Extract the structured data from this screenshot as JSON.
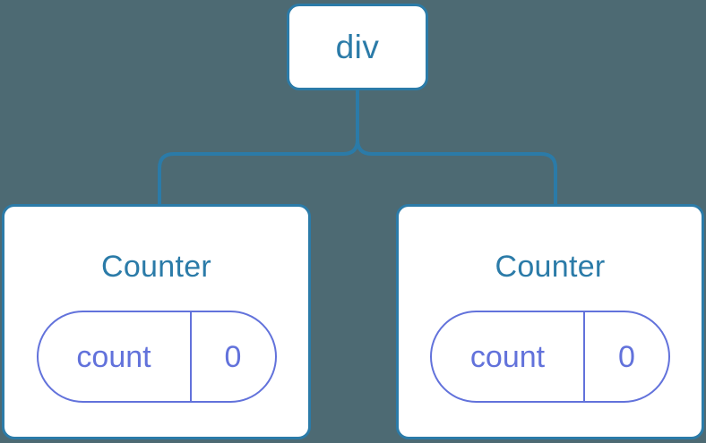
{
  "diagram": {
    "type": "component-tree",
    "background_color": "#4d6a73",
    "node_border_color": "#2b7ba8",
    "node_fill_color": "#ffffff",
    "state_accent_color": "#6272db",
    "connector_color": "#2b7ba8",
    "root": {
      "label": "div"
    },
    "children": [
      {
        "label": "Counter",
        "state": {
          "key": "count",
          "value": "0"
        }
      },
      {
        "label": "Counter",
        "state": {
          "key": "count",
          "value": "0"
        }
      }
    ]
  }
}
